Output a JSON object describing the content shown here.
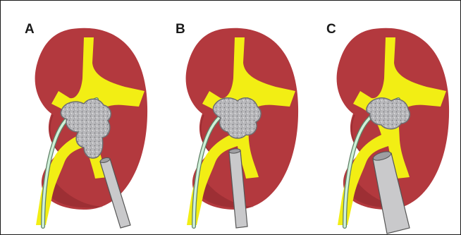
{
  "panels": [
    {
      "label": "A"
    },
    {
      "label": "B"
    },
    {
      "label": "C"
    }
  ],
  "colors": {
    "kidney": "#B3393E",
    "kidney_shadow": "#8E2A2F",
    "collecting_system": "#F2EE14",
    "stone": "#B9B9BC",
    "stone_outline": "#6E6E72",
    "ureteral_catheter": "#CFF1D8",
    "sheath": "#C9C9CB",
    "sheath_outline": "#555555"
  }
}
